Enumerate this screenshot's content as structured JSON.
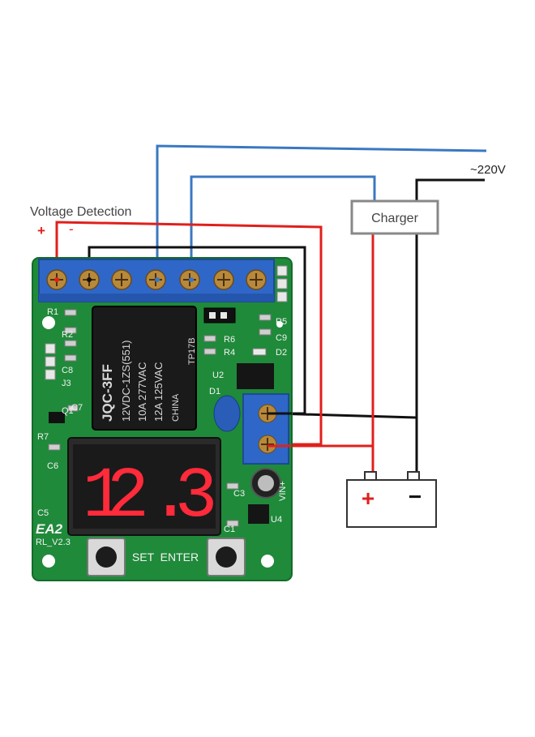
{
  "labels": {
    "voltage_detection": "Voltage Detection",
    "plus": "+",
    "minus": "-",
    "mains": "~220V",
    "charger": "Charger",
    "battery_plus": "+",
    "battery_minus": "−"
  },
  "board": {
    "relay_brand": "JQC-3FF",
    "relay_model": "12VDC-1ZS(551)",
    "relay_rating_1": "10A 277VAC",
    "relay_rating_2": "12A 125VAC",
    "relay_origin": "CHINA",
    "relay_id": "TP17B",
    "display_digits": [
      "1",
      "2.",
      "3"
    ],
    "button_label": "SET  ENTER",
    "board_name": "EA2",
    "version": "RL_V2.3",
    "vin_label": "VIN+",
    "components": [
      "R1",
      "R2",
      "C8",
      "J3",
      "Q1",
      "C7",
      "R7",
      "C5",
      "R5",
      "C9",
      "R6",
      "R4",
      "D2",
      "U2",
      "D1",
      "C3",
      "C1",
      "U4",
      "C6"
    ]
  },
  "colors": {
    "wire_blue": "#3a78c2",
    "wire_red": "#e0201c",
    "wire_black": "#111111",
    "pcb_green": "#1f8a3a",
    "terminal_blue": "#2f67c8",
    "digit_red": "#ff2a3a"
  }
}
